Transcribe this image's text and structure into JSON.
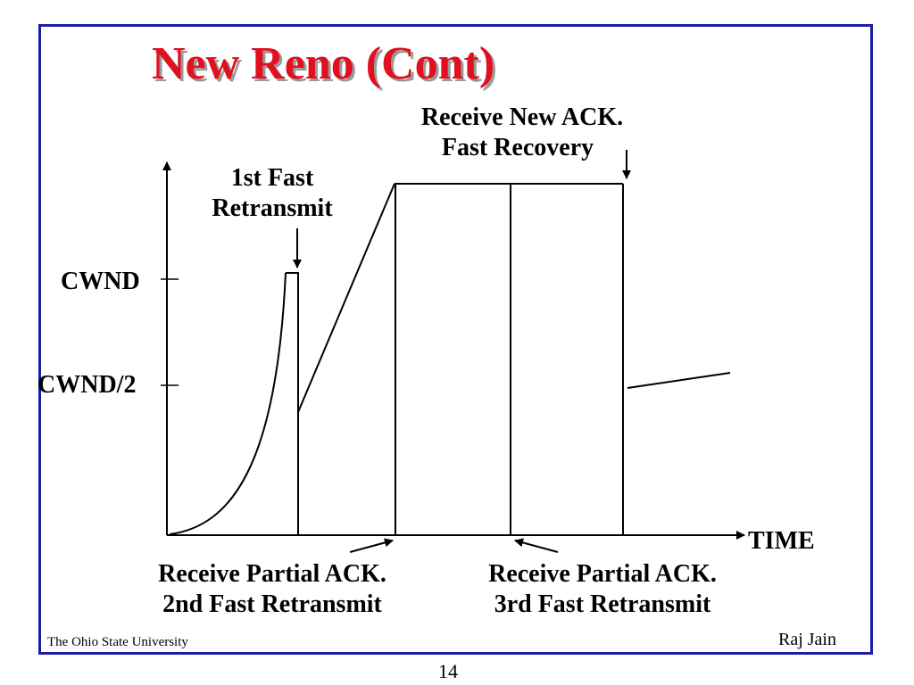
{
  "slide": {
    "title": "New Reno (Cont)",
    "footer_left": "The Ohio State University",
    "footer_right": "Raj Jain",
    "page_number": "14",
    "title_color": "#e0101e",
    "border_color": "#1c1ca8"
  },
  "diagram": {
    "y_ticks": [
      "CWND",
      "CWND/2"
    ],
    "x_axis_label": "TIME",
    "annotations": {
      "first_fast_retransmit": [
        "1st Fast",
        "Retransmit"
      ],
      "receive_new_ack": [
        "Receive New ACK.",
        "Fast Recovery"
      ],
      "partial_ack_2": [
        "Receive Partial ACK.",
        "2nd Fast Retransmit"
      ],
      "partial_ack_3": [
        "Receive Partial ACK.",
        "3rd Fast Retransmit"
      ]
    }
  }
}
